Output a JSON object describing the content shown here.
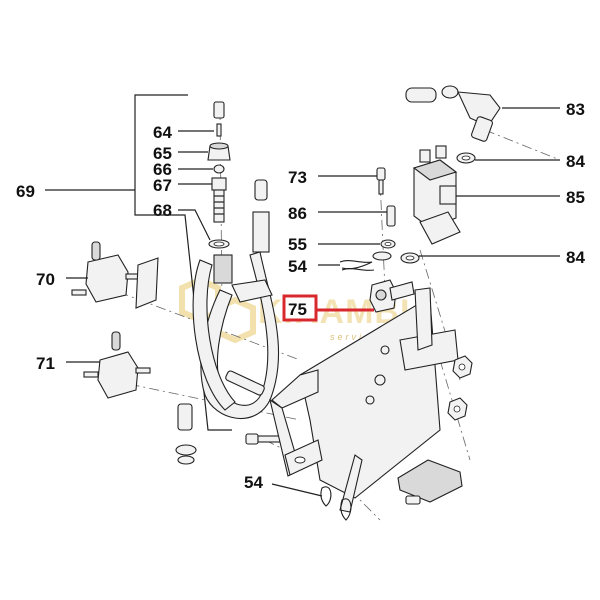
{
  "callouts": {
    "c64": "64",
    "c65": "65",
    "c66": "66",
    "c67": "67",
    "c68": "68",
    "c69": "69",
    "c70": "70",
    "c71": "71",
    "c73": "73",
    "c86": "86",
    "c55": "55",
    "c54a": "54",
    "c75": "75",
    "c83": "83",
    "c84a": "84",
    "c85": "85",
    "c84b": "84",
    "c54b": "54"
  },
  "highlight_color": "#d9272e",
  "watermark": {
    "brand": "KIRAMBI",
    "sub": "service",
    "color": "#e6c35a"
  }
}
